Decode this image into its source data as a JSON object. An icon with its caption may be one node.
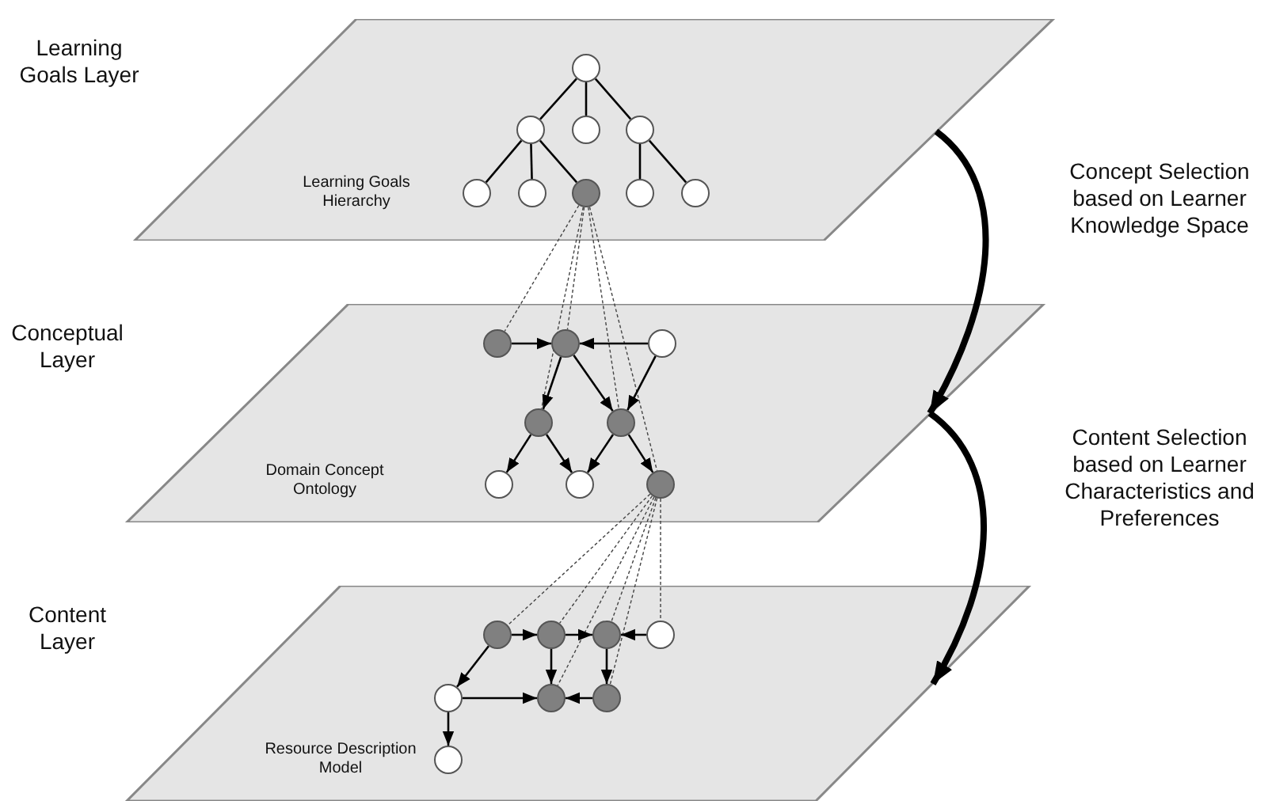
{
  "diagram": {
    "nodes": [
      {
        "text": [
          "Learning Goals Layer",
          "Learning Goals Hierarchy"
        ]
      },
      {
        "text": [],
        "shape": "circle",
        "in": 0
      },
      {
        "text": [],
        "shape": "circle",
        "in": 0
      },
      {
        "text": [],
        "shape": "circle",
        "in": 0
      },
      {
        "text": [],
        "shape": "circle",
        "in": 0
      },
      {
        "text": [],
        "shape": "circle",
        "in": 0
      },
      {
        "text": [],
        "shape": "circle",
        "in": 0
      },
      {
        "text": [],
        "shape": "circle",
        "in": 0
      },
      {
        "text": [],
        "shape": "circle",
        "in": 0
      },
      {
        "text": [],
        "shape": "circle",
        "in": 0
      },
      {
        "text": [
          "Conceptual Layer",
          "Domain Concept Ontology"
        ]
      },
      {
        "text": [],
        "shape": "circle",
        "in": 10
      },
      {
        "text": [],
        "shape": "circle",
        "in": 10
      },
      {
        "text": [],
        "shape": "circle",
        "in": 10
      },
      {
        "text": [],
        "shape": "circle",
        "in": 10
      },
      {
        "text": [],
        "shape": "circle",
        "in": 10
      },
      {
        "text": [],
        "shape": "circle",
        "in": 10
      },
      {
        "text": [],
        "shape": "circle",
        "in": 10
      },
      {
        "text": [],
        "shape": "circle",
        "in": 10
      },
      {
        "text": [
          "Content Layer",
          "Resource Description Model"
        ]
      },
      {
        "text": [],
        "shape": "circle",
        "in": 19
      },
      {
        "text": [],
        "shape": "circle",
        "in": 19
      },
      {
        "text": [],
        "shape": "circle",
        "in": 19
      },
      {
        "text": [],
        "shape": "circle",
        "in": 19
      },
      {
        "text": [],
        "shape": "circle",
        "in": 19
      },
      {
        "text": [],
        "shape": "circle",
        "in": 19
      },
      {
        "text": [],
        "shape": "circle",
        "in": 19
      },
      {
        "text": [],
        "shape": "circle",
        "in": 19
      }
    ],
    "edges": [
      {
        "from": 1,
        "to": 2,
        "arrow": "none"
      },
      {
        "from": 1,
        "to": 3,
        "arrow": "none"
      },
      {
        "from": 1,
        "to": 4,
        "arrow": "none"
      },
      {
        "from": 2,
        "to": 5,
        "arrow": "none"
      },
      {
        "from": 2,
        "to": 6,
        "arrow": "none"
      },
      {
        "from": 2,
        "to": 7,
        "arrow": "none"
      },
      {
        "from": 4,
        "to": 8,
        "arrow": "none"
      },
      {
        "from": 4,
        "to": 9,
        "arrow": "none"
      },
      {
        "from": 7,
        "to": 11,
        "arrow": "none",
        "style": "dashed"
      },
      {
        "from": 7,
        "to": 12,
        "arrow": "none",
        "style": "dashed"
      },
      {
        "from": 7,
        "to": 14,
        "arrow": "none",
        "style": "dashed"
      },
      {
        "from": 7,
        "to": 15,
        "arrow": "none",
        "style": "dashed"
      },
      {
        "from": 7,
        "to": 18,
        "arrow": "none",
        "style": "dashed"
      },
      {
        "from": 11,
        "to": 12,
        "arrow": "to"
      },
      {
        "from": 13,
        "to": 12,
        "arrow": "to"
      },
      {
        "from": 12,
        "to": 14,
        "arrow": "to"
      },
      {
        "from": 12,
        "to": 15,
        "arrow": "to"
      },
      {
        "from": 13,
        "to": 15,
        "arrow": "to"
      },
      {
        "from": 14,
        "to": 16,
        "arrow": "to"
      },
      {
        "from": 14,
        "to": 17,
        "arrow": "to"
      },
      {
        "from": 15,
        "to": 17,
        "arrow": "to"
      },
      {
        "from": 15,
        "to": 18,
        "arrow": "to"
      },
      {
        "from": 18,
        "to": 20,
        "arrow": "none",
        "style": "dashed"
      },
      {
        "from": 18,
        "to": 21,
        "arrow": "none",
        "style": "dashed"
      },
      {
        "from": 18,
        "to": 22,
        "arrow": "none",
        "style": "dashed"
      },
      {
        "from": 18,
        "to": 23,
        "arrow": "none",
        "style": "dashed"
      },
      {
        "from": 18,
        "to": 25,
        "arrow": "none",
        "style": "dashed"
      },
      {
        "from": 18,
        "to": 26,
        "arrow": "none",
        "style": "dashed"
      },
      {
        "from": 20,
        "to": 21,
        "arrow": "to"
      },
      {
        "from": 21,
        "to": 22,
        "arrow": "to"
      },
      {
        "from": 23,
        "to": 22,
        "arrow": "to"
      },
      {
        "from": 20,
        "to": 24,
        "arrow": "to"
      },
      {
        "from": 21,
        "to": 25,
        "arrow": "to"
      },
      {
        "from": 22,
        "to": 26,
        "arrow": "to"
      },
      {
        "from": 24,
        "to": 25,
        "arrow": "to"
      },
      {
        "from": 26,
        "to": 25,
        "arrow": "to"
      },
      {
        "from": 24,
        "to": 27,
        "arrow": "to"
      },
      {
        "from": 0,
        "to": 10,
        "arrow": "to",
        "style": "thick",
        "label": "Concept Selection based on Learner Knowledge Space"
      },
      {
        "from": 10,
        "to": 19,
        "arrow": "to",
        "style": "thick",
        "label": "Content Selection based on Learner Characteristics and Preferences"
      }
    ]
  }
}
